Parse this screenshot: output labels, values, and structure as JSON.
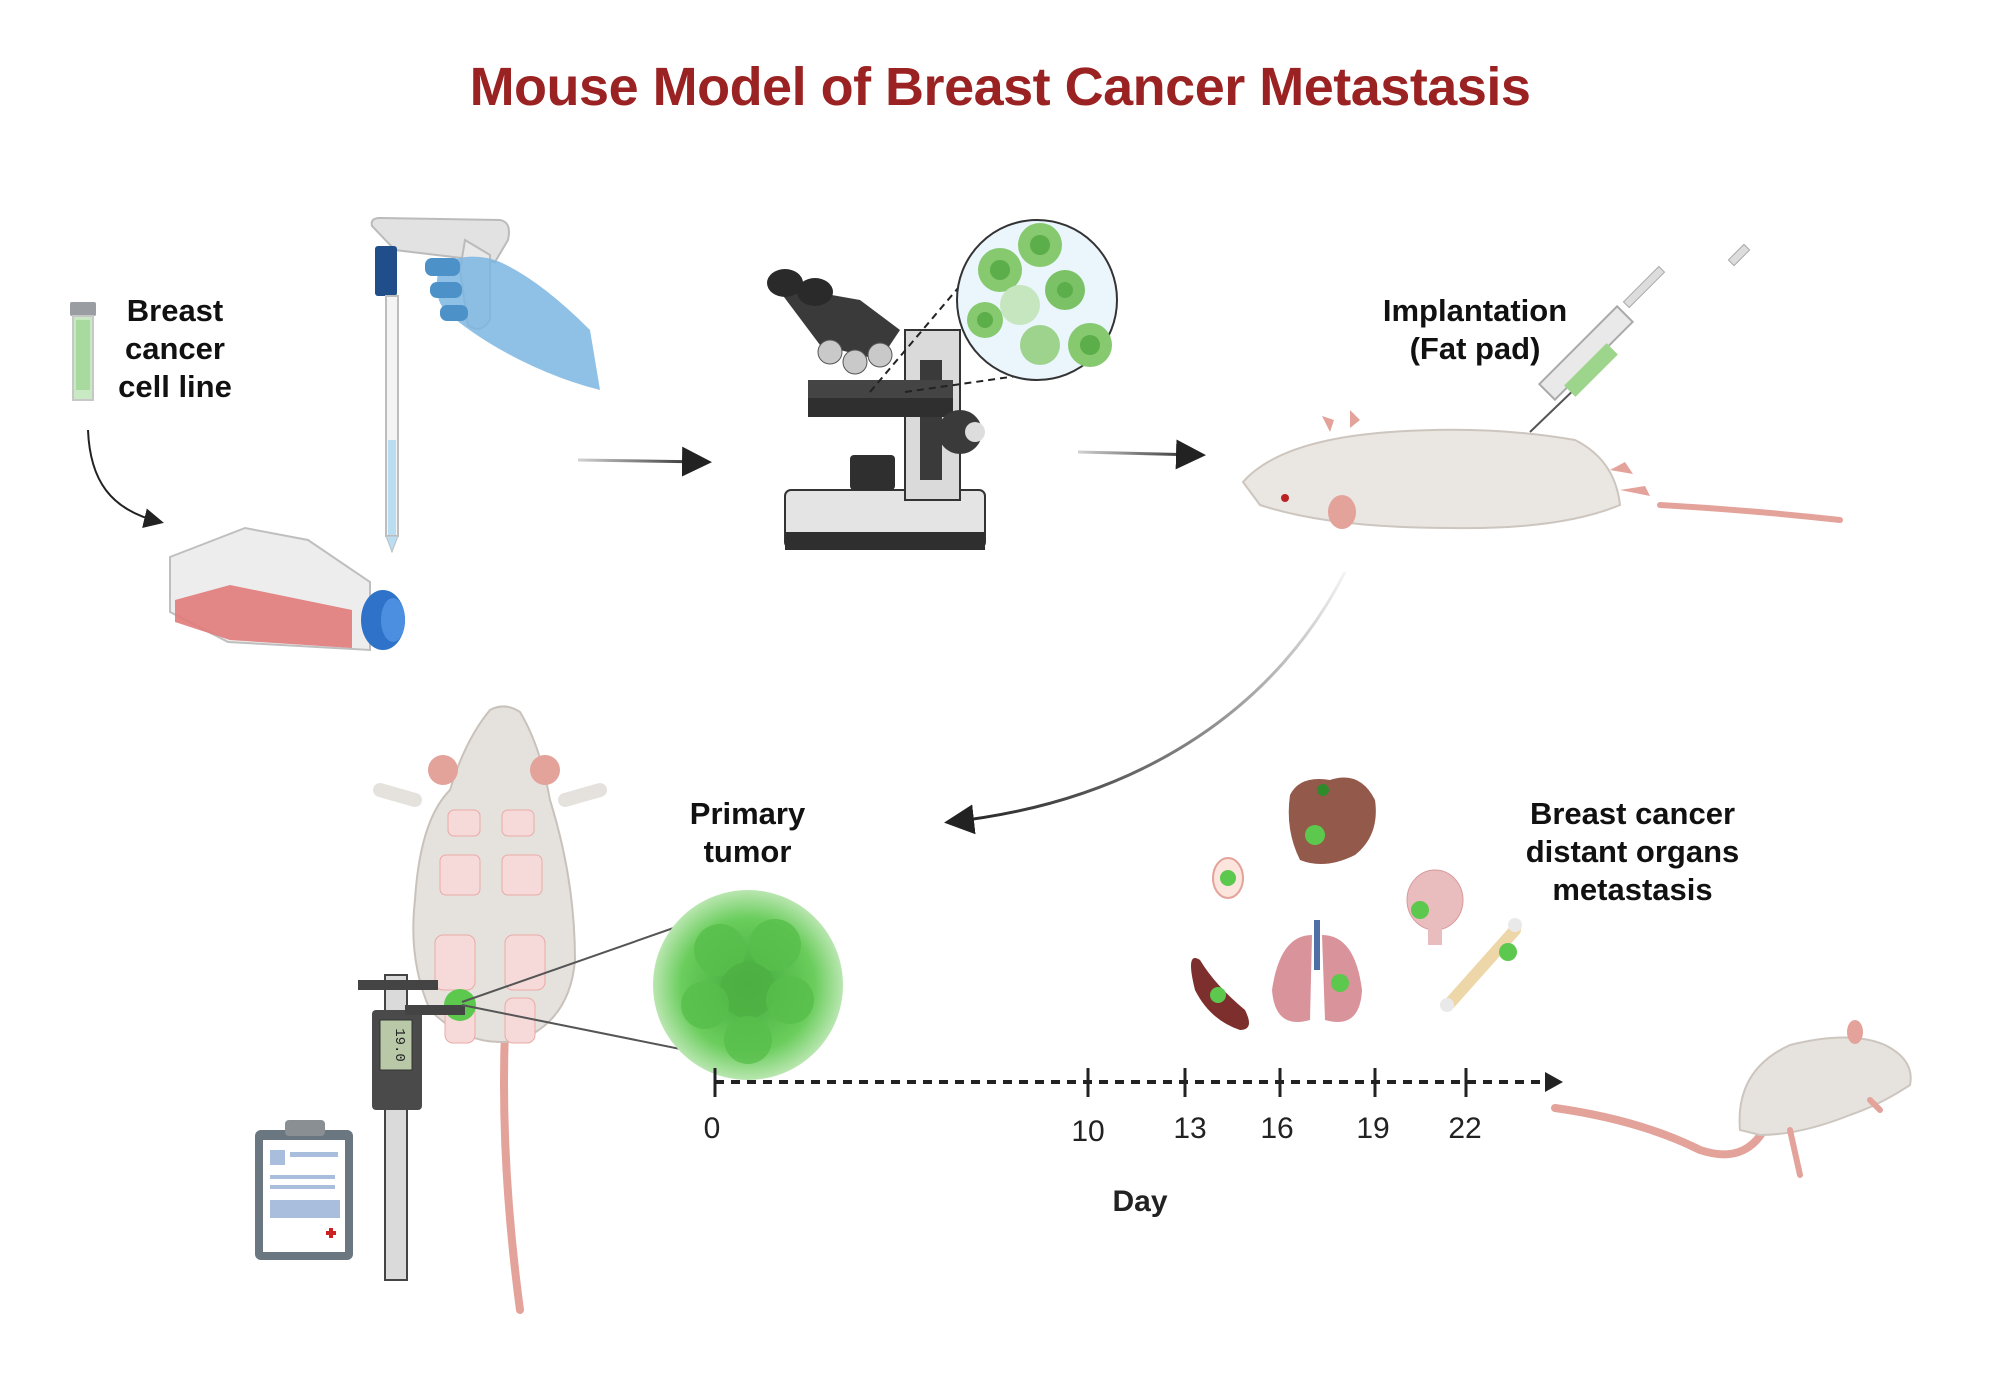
{
  "title": "Mouse Model of Breast Cancer Metastasis",
  "colors": {
    "title": "#9B2222",
    "text": "#111111",
    "arrow": "#222222",
    "tumor_green": "#5CC84E",
    "flask_media": "#E07A7A",
    "flask_cap": "#2E73C9",
    "mouse_body": "#E8E4E0",
    "mouse_pink": "#E3A29A",
    "liver": "#93594A",
    "spleen": "#7C2F2C",
    "lung": "#D9939B",
    "brain": "#E9BCBE",
    "bone": "#EDD7A9"
  },
  "labels": {
    "cell_line": "Breast\ncancer\ncell line",
    "implantation": "Implantation\n(Fat pad)",
    "primary_tumor": "Primary\ntumor",
    "metastasis": "Breast cancer\ndistant organs\nmetastasis",
    "caliper_reading": "19.0"
  },
  "icons": [
    "cryovial-icon",
    "serological-pipette-icon",
    "gloved-hand-icon",
    "cell-culture-flask-icon",
    "microscope-icon",
    "cell-magnification-icon",
    "syringe-icon",
    "mouse-lying-icon",
    "mouse-ventral-icon",
    "digital-caliper-icon",
    "clipboard-icon",
    "tumor-cluster-icon",
    "liver-icon",
    "lymph-node-icon",
    "spleen-icon",
    "lungs-icon",
    "brain-icon",
    "bone-icon",
    "mouse-hunched-icon"
  ],
  "timeline": {
    "axis_title": "Day",
    "ticks": [
      {
        "label": "0",
        "value": 0
      },
      {
        "label": "10",
        "value": 10
      },
      {
        "label": "13",
        "value": 13
      },
      {
        "label": "16",
        "value": 16
      },
      {
        "label": "19",
        "value": 19
      },
      {
        "label": "22",
        "value": 22
      }
    ]
  },
  "organs": [
    "liver",
    "lymph node",
    "spleen",
    "lungs",
    "brain",
    "bone"
  ]
}
